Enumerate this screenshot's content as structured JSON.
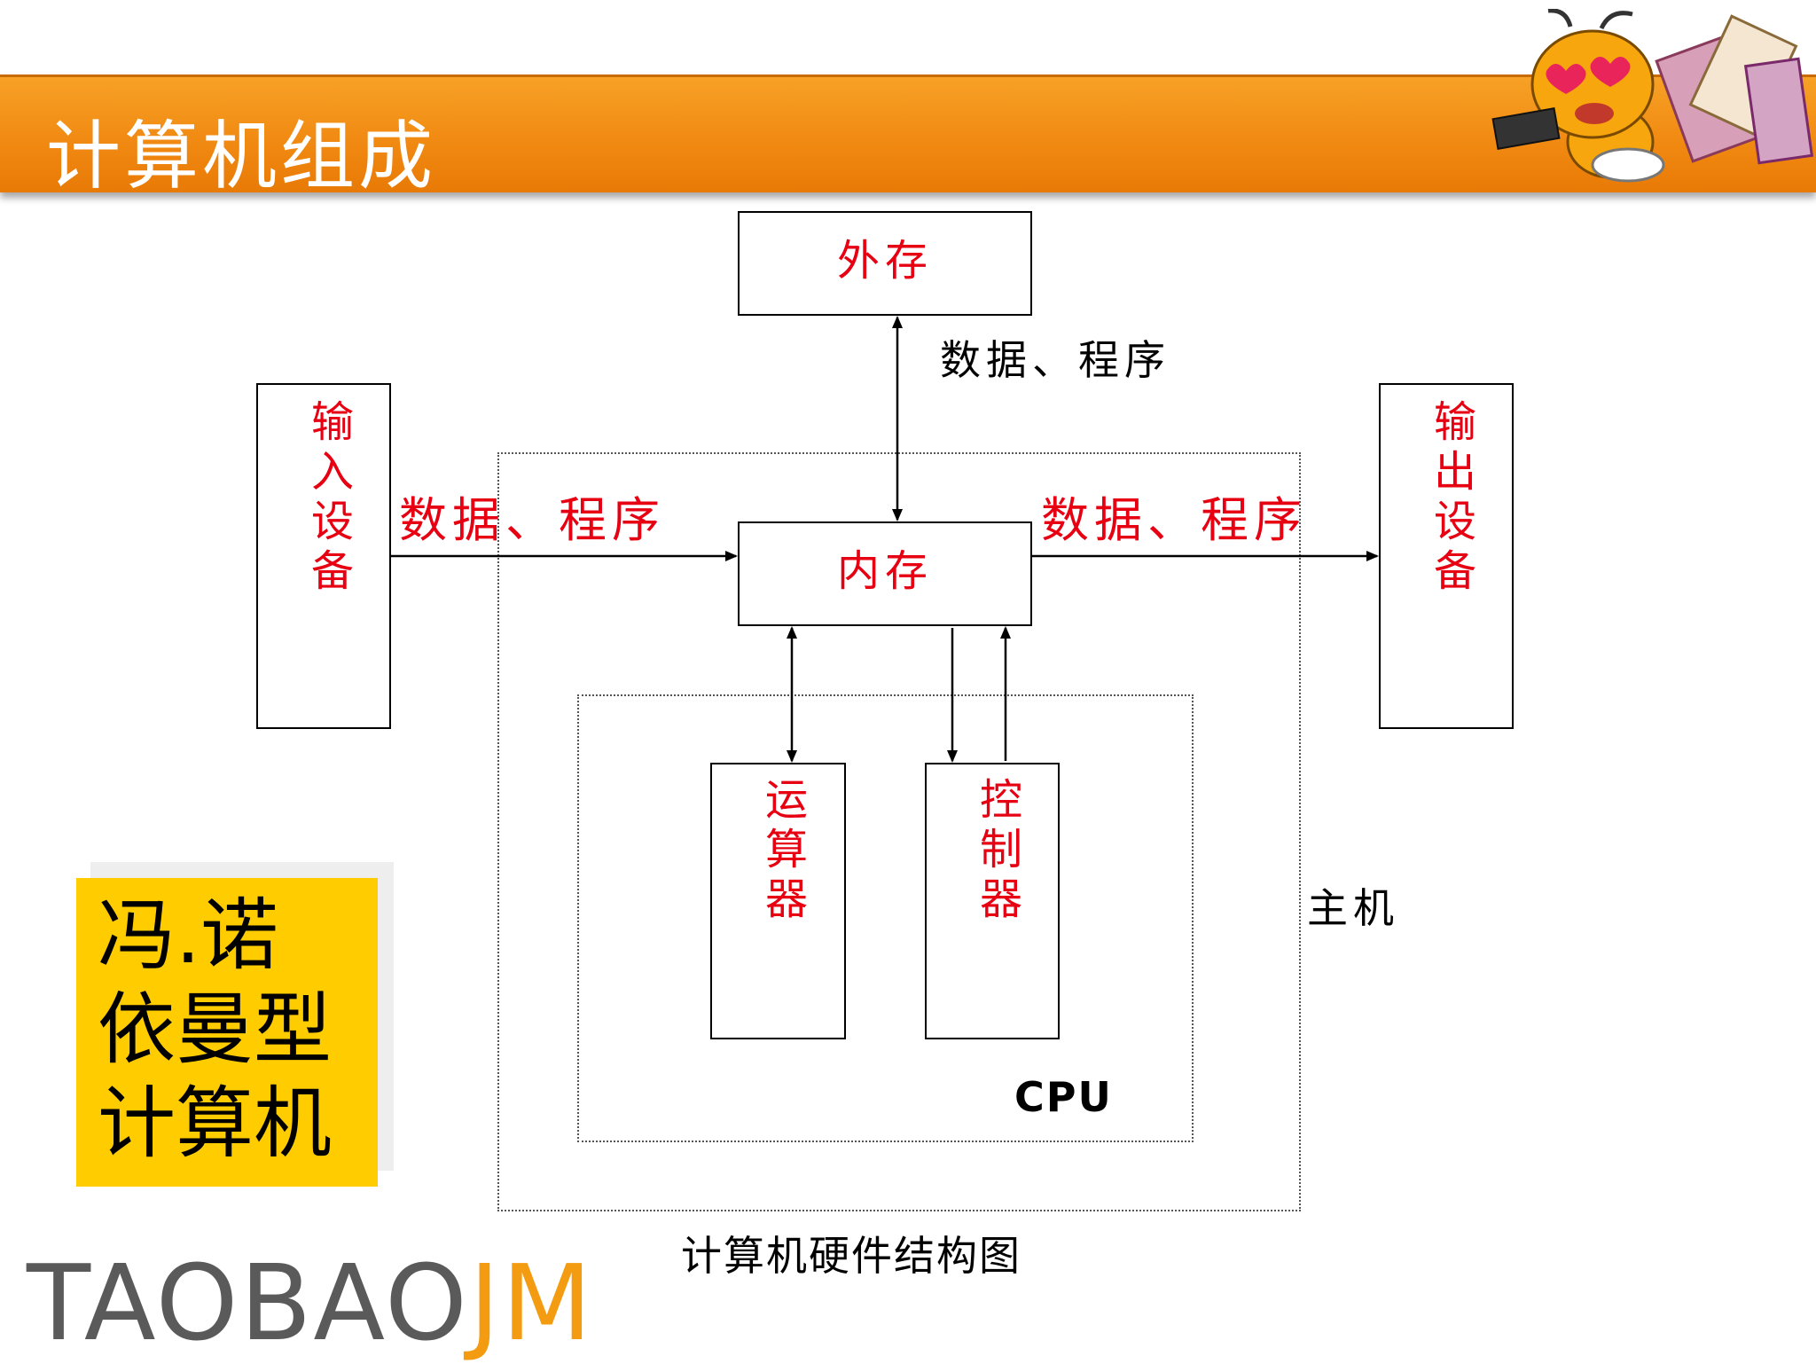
{
  "header": {
    "title": "计算机组成"
  },
  "diagram": {
    "external_storage": "外存",
    "memory": "内存",
    "input_device": "输入设备",
    "output_device": "输出设备",
    "alu": "运算器",
    "controller": "控制器",
    "cpu_label": "CPU",
    "host_label": "主机",
    "flow_top": "数据、程序",
    "flow_left": "数据、程序",
    "flow_right": "数据、程序",
    "caption": "计算机硬件结构图"
  },
  "sidebar_box": {
    "line1": "冯.诺",
    "line2": "依曼型",
    "line3": "计算机"
  },
  "logo": {
    "part1": "TAOBAO",
    "part2": "JM"
  },
  "colors": {
    "title_bar": "#f18a12",
    "label_red": "#e60012",
    "yellow_box": "#ffcc00",
    "logo_orange": "#f39c12"
  }
}
